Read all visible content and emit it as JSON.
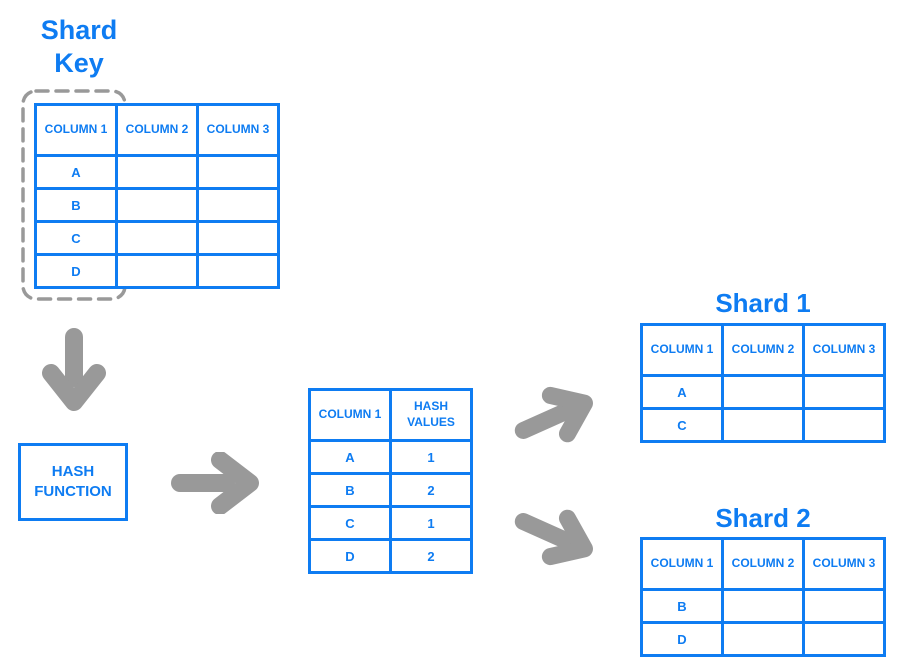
{
  "colors": {
    "blue": "#0e7cf2",
    "gray": "#999999"
  },
  "shard_key": {
    "title": "Shard Key"
  },
  "source_table": {
    "headers": [
      "COLUMN 1",
      "COLUMN 2",
      "COLUMN 3"
    ],
    "rows": [
      [
        "A",
        "",
        ""
      ],
      [
        "B",
        "",
        ""
      ],
      [
        "C",
        "",
        ""
      ],
      [
        "D",
        "",
        ""
      ]
    ]
  },
  "hash_function": {
    "label": "HASH FUNCTION"
  },
  "hash_table": {
    "headers": [
      "COLUMN 1",
      "HASH VALUES"
    ],
    "rows": [
      [
        "A",
        "1"
      ],
      [
        "B",
        "2"
      ],
      [
        "C",
        "1"
      ],
      [
        "D",
        "2"
      ]
    ]
  },
  "shard1": {
    "title": "Shard 1",
    "headers": [
      "COLUMN 1",
      "COLUMN 2",
      "COLUMN 3"
    ],
    "rows": [
      [
        "A",
        "",
        ""
      ],
      [
        "C",
        "",
        ""
      ]
    ]
  },
  "shard2": {
    "title": "Shard 2",
    "headers": [
      "COLUMN 1",
      "COLUMN 2",
      "COLUMN 3"
    ],
    "rows": [
      [
        "B",
        "",
        ""
      ],
      [
        "D",
        "",
        ""
      ]
    ]
  },
  "icons": {
    "flow_down": "down-arrow",
    "flow_right": "right-arrow",
    "flow_to_shard1": "up-right-arrow",
    "flow_to_shard2": "down-right-arrow"
  }
}
